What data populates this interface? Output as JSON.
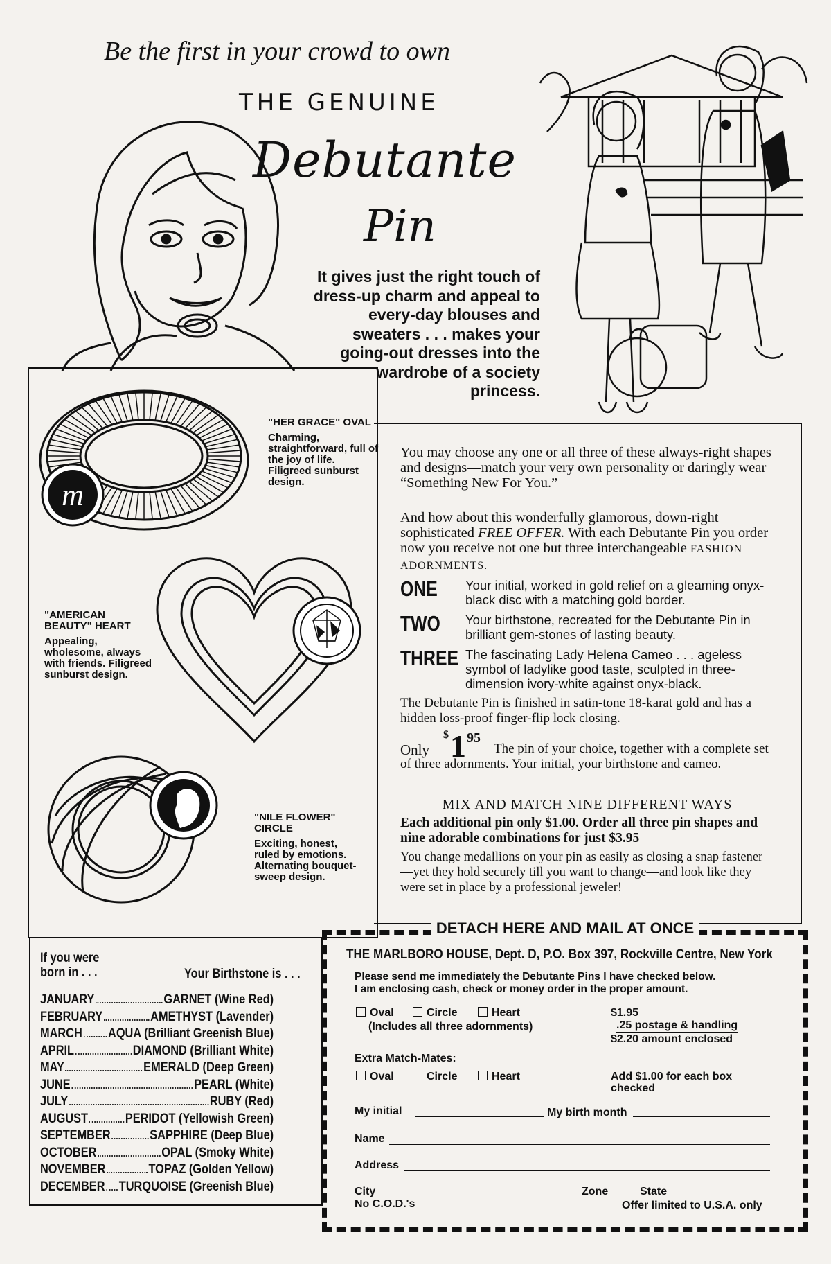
{
  "header": {
    "tagline": "Be the first in your crowd to own",
    "genuine": "THE GENUINE",
    "debutante": "Debutante",
    "pin": "Pin",
    "intro": "It gives just the right touch of dress-up charm and appeal to every-day blouses and sweaters . . . makes your going-out dresses into the wardrobe of a society princess."
  },
  "pins": [
    {
      "name": "\"HER GRACE\" OVAL",
      "desc": "Charming, straightforward, full of the joy of life. Filigreed sunburst design.",
      "medallion": "m"
    },
    {
      "name": "\"AMERICAN BEAUTY\" HEART",
      "desc": "Appealing, wholesome, always with friends. Filigreed sunburst design."
    },
    {
      "name": "\"NILE FLOWER\" CIRCLE",
      "desc": "Exciting, honest, ruled by emotions. Alternating bouquet-sweep design."
    }
  ],
  "offer": {
    "p1": "You may choose any one or all three of these always-right shapes and designs—match your very own personality or daringly wear “Something New For You.”",
    "p2a": "And how about this wonderfully glamorous, down-right sophisticated",
    "p2b": "FREE OFFER.",
    "p2c": "With each Debutante Pin you order now you receive not one but three interchangeable",
    "p2d": "FASHION ADORNMENTS.",
    "items": [
      {
        "num": "ONE",
        "text": "Your initial, worked in gold relief on a gleaming onyx-black disc with a matching gold border."
      },
      {
        "num": "TWO",
        "text": "Your birthstone, recreated for the Debutante Pin in brilliant gem-stones of lasting beauty."
      },
      {
        "num": "THREE",
        "text": "The fascinating Lady Helena Cameo . . . ageless symbol of ladylike good taste, sculpted in three-dimension ivory-white against onyx-black."
      }
    ],
    "p3": "The Debutante Pin is finished in satin-tone 18-karat gold and has a hidden loss-proof finger-flip lock closing.",
    "only": "Only",
    "price_dollar": "$",
    "price_main": "1",
    "price_cents": "95",
    "p4": "The pin of your choice, together with a complete set of three adornments. Your initial, your birthstone and cameo.",
    "mix": "MIX AND MATCH NINE DIFFERENT WAYS",
    "p5": "Each additional pin only $1.00. Order all three pin shapes and nine adorable combinations for just $3.95",
    "p6": "You change medallions on your pin as easily as closing a snap fastener—yet they hold securely till you want to change—and look like they were set in place by a professional jeweler!"
  },
  "birthstones": {
    "head_left_1": "If you were",
    "head_left_2": "born in . . .",
    "head_right": "Your Birthstone is . . .",
    "rows": [
      {
        "month": "JANUARY",
        "stone": "GARNET (Wine Red)"
      },
      {
        "month": "FEBRUARY",
        "stone": "AMETHYST (Lavender)"
      },
      {
        "month": "MARCH",
        "stone": "AQUA (Brilliant Greenish Blue)"
      },
      {
        "month": "APRIL",
        "stone": "DIAMOND (Brilliant White)"
      },
      {
        "month": "MAY",
        "stone": "EMERALD (Deep Green)"
      },
      {
        "month": "JUNE",
        "stone": "PEARL (White)"
      },
      {
        "month": "JULY",
        "stone": "RUBY (Red)"
      },
      {
        "month": "AUGUST",
        "stone": "PERIDOT (Yellowish Green)"
      },
      {
        "month": "SEPTEMBER",
        "stone": "SAPPHIRE (Deep Blue)"
      },
      {
        "month": "OCTOBER",
        "stone": "OPAL (Smoky White)"
      },
      {
        "month": "NOVEMBER",
        "stone": "TOPAZ (Golden Yellow)"
      },
      {
        "month": "DECEMBER",
        "stone": "TURQUOISE (Greenish Blue)"
      }
    ]
  },
  "coupon": {
    "detach": "DETACH HERE AND MAIL AT ONCE",
    "address": "THE MARLBORO HOUSE, Dept. D, P.O. Box 397, Rockville Centre, New York",
    "send1": "Please send me immediately the Debutante Pins I have checked below.",
    "send2": "I am enclosing cash, check or money order in the proper amount.",
    "opt_oval": "Oval",
    "opt_circle": "Circle",
    "opt_heart": "Heart",
    "includes": "(Includes all three adornments)",
    "price1": "$1.95",
    "price2": ".25 postage & handling",
    "price3": "$2.20 amount enclosed",
    "extra": "Extra Match-Mates:",
    "add1": "Add $1.00 for each box",
    "add2": "checked",
    "my_initial": "My initial",
    "my_birth_month": "My birth month",
    "name": "Name",
    "address_label": "Address",
    "city": "City",
    "zone": "Zone",
    "state": "State",
    "no_cod": "No C.O.D.'s",
    "limited": "Offer limited to U.S.A. only"
  }
}
